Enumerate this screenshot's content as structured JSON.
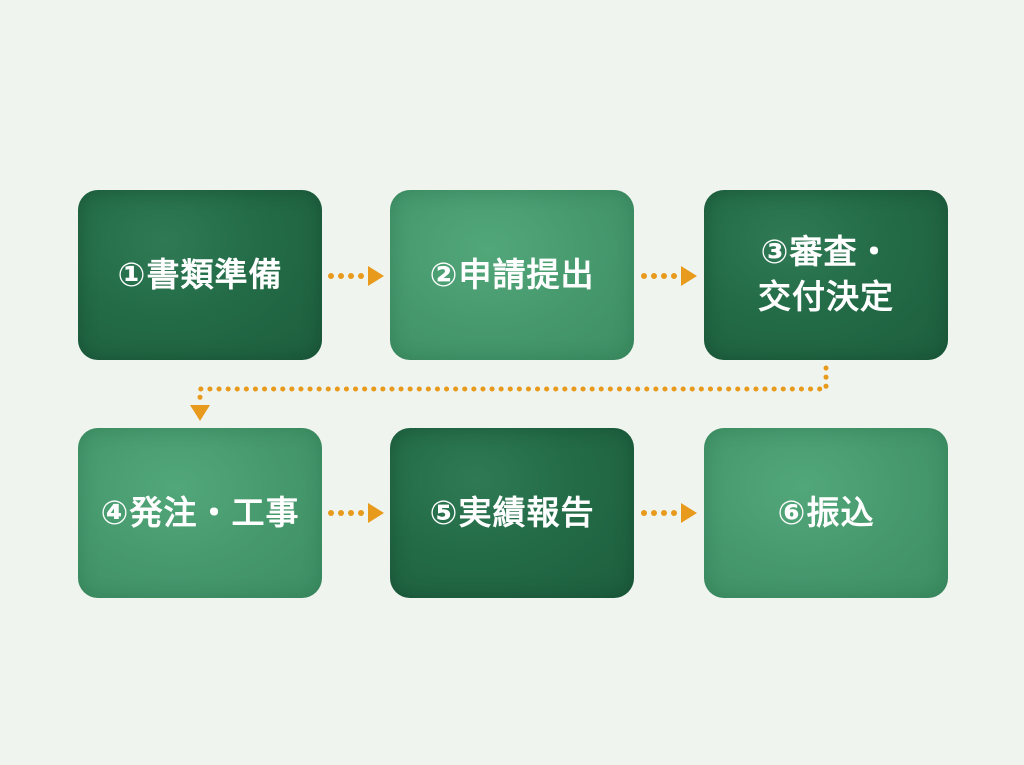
{
  "steps": [
    {
      "id": "1",
      "label": "①書類準備",
      "tone": "dark"
    },
    {
      "id": "2",
      "label": "②申請提出",
      "tone": "light"
    },
    {
      "id": "3",
      "label": "③審査・\n交付決定",
      "tone": "dark"
    },
    {
      "id": "4",
      "label": "④発注・工事",
      "tone": "light"
    },
    {
      "id": "5",
      "label": "⑤実績報告",
      "tone": "dark"
    },
    {
      "id": "6",
      "label": "⑥振込",
      "tone": "light"
    }
  ],
  "colors": {
    "background": "#f0f4ef",
    "dark_box": "#236b47",
    "light_box": "#46996d",
    "arrow": "#e89a1c",
    "text": "#ffffff"
  }
}
